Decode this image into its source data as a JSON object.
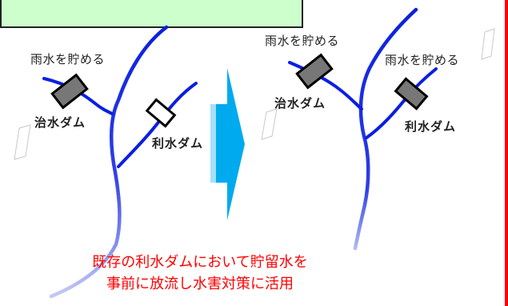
{
  "labels": {
    "rain_left": "雨水を貯める",
    "flood_dam_left": "治水ダム",
    "water_use_dam_left": "利水ダム",
    "rain_right_a": "雨水を貯める",
    "rain_right_b": "雨水を貯める",
    "flood_dam_right": "治水ダム",
    "water_use_dam_right": "利水ダム"
  },
  "caption": {
    "line1": "既存の利水ダムにおいて貯留水を",
    "line2": "事前に放流し水害対策に活用"
  },
  "colors": {
    "river": "#0a1fe0",
    "river_fade": "#b9bff0",
    "arrow": "#00aaee",
    "dam_fill": "#777777",
    "caption": "#ff0000",
    "top_box": "#ccffcc",
    "border_red": "#ff0000"
  }
}
